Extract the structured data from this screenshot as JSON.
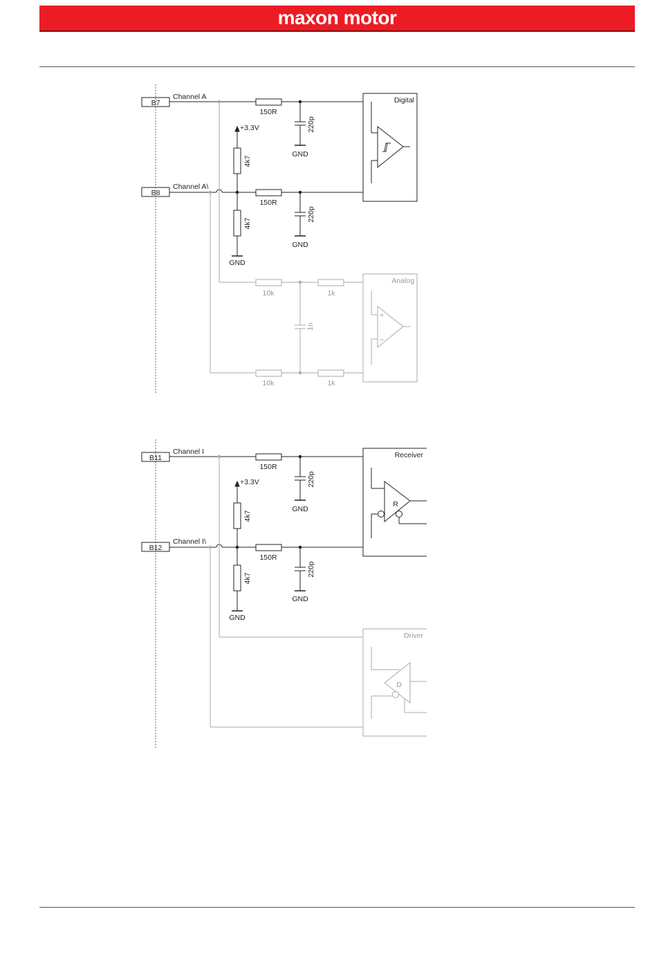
{
  "header": {
    "brand": "maxon motor",
    "brand_color": "#ec1c24"
  },
  "diagram1": {
    "channel_a": {
      "pin": "B7",
      "label": "Channel A"
    },
    "channel_a_inv": {
      "pin": "B8",
      "label": "Channel A\\"
    },
    "supply": "+3.3V",
    "pullup_resistor": "4k7",
    "pulldown_resistor": "4k7",
    "series_resistor_top": "150R",
    "series_resistor_bottom": "150R",
    "cap_top": "220p",
    "cap_bottom": "220p",
    "gnd_top": "GND",
    "gnd_bottom": "GND",
    "gnd_divider": "GND",
    "digital_block": "Digital",
    "analog_block": "Analog",
    "analog_r1_top": "10k",
    "analog_r2_top": "1k",
    "analog_r1_bottom": "10k",
    "analog_r2_bottom": "1k",
    "analog_cap": "1n",
    "plus_sign": "+",
    "minus_sign": "–"
  },
  "diagram2": {
    "channel_i": {
      "pin": "B11",
      "label": "Channel I"
    },
    "channel_i_inv": {
      "pin": "B12",
      "label": "Channel I\\"
    },
    "supply": "+3.3V",
    "pullup_resistor": "4k7",
    "pulldown_resistor": "4k7",
    "series_resistor_top": "150R",
    "series_resistor_bottom": "150R",
    "cap_top": "220p",
    "cap_bottom": "220p",
    "gnd_top": "GND",
    "gnd_bottom": "GND",
    "gnd_divider": "GND",
    "receiver_block": "Receiver",
    "receiver_symbol": "R",
    "driver_block": "Driver",
    "driver_symbol": "D"
  }
}
